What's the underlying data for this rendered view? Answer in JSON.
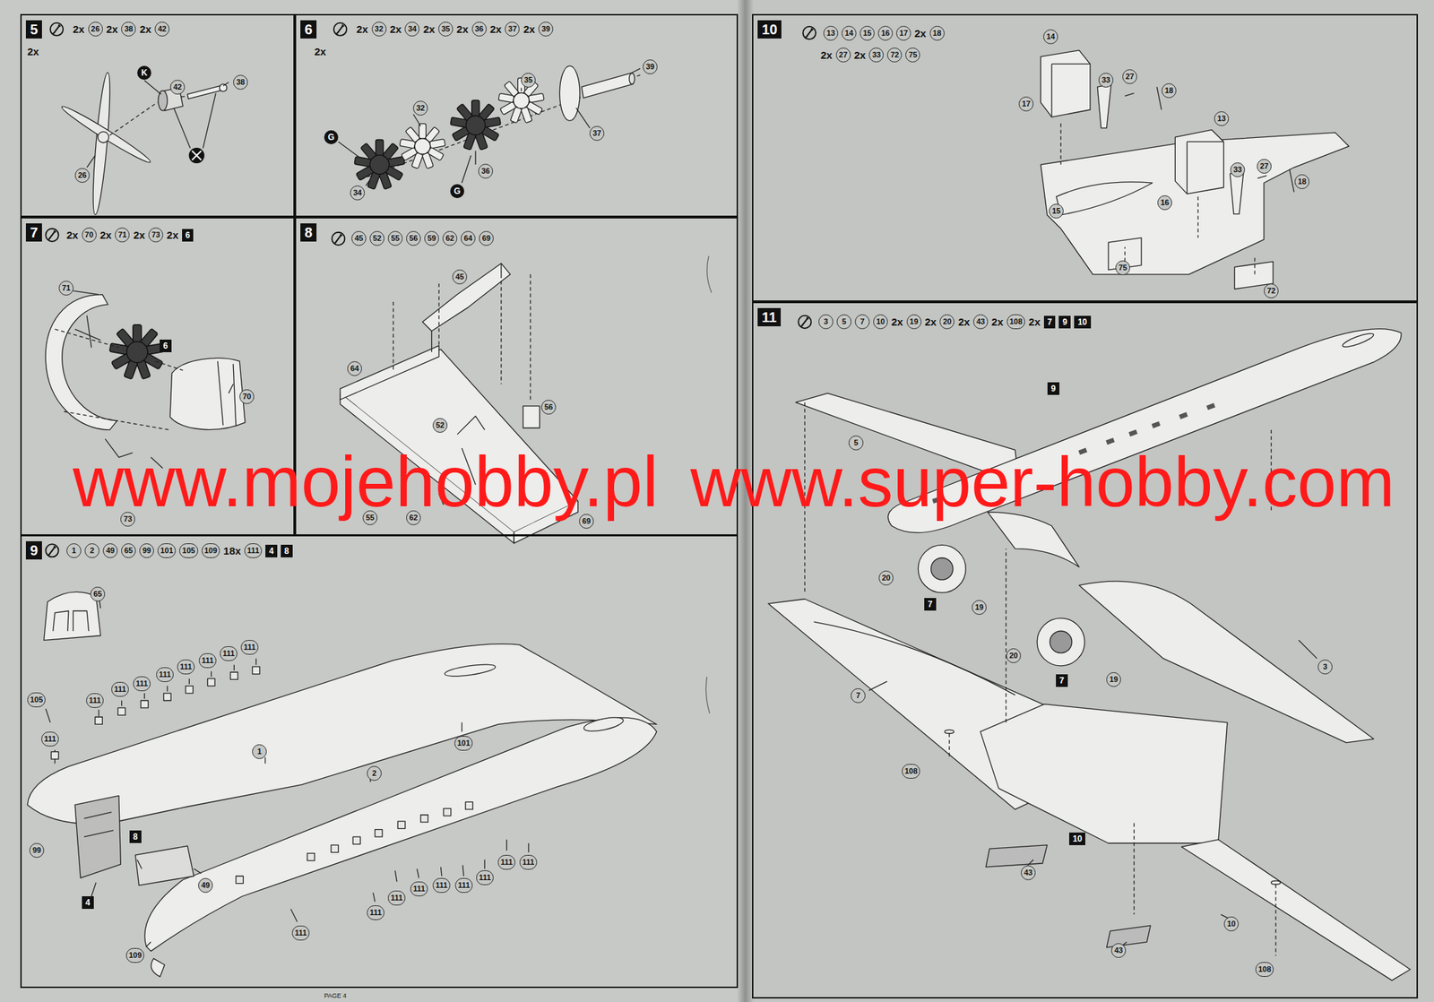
{
  "diagram": {
    "nodes": [
      {
        "text": [
          "5"
        ]
      },
      {
        "text": [
          "6"
        ]
      },
      {
        "text": [
          "7"
        ]
      },
      {
        "text": [
          "8"
        ]
      },
      {
        "text": [
          "9"
        ]
      },
      {
        "text": [
          "10"
        ]
      },
      {
        "text": [
          "11"
        ]
      }
    ],
    "labels": [
      "2x",
      "26",
      "2x",
      "38",
      "2x",
      "42",
      "2x",
      "K",
      "42",
      "38",
      "26",
      "2x",
      "32",
      "2x",
      "34",
      "2x",
      "35",
      "2x",
      "36",
      "2x",
      "37",
      "2x",
      "39",
      "2x",
      "G",
      "32",
      "35",
      "39",
      "37",
      "34",
      "36",
      "G",
      "2x",
      "70",
      "2x",
      "71",
      "2x",
      "73",
      "2x",
      "6",
      "71",
      "6",
      "70",
      "73",
      "45",
      "52",
      "55",
      "56",
      "59",
      "62",
      "64",
      "69",
      "45",
      "64",
      "56",
      "52",
      "62",
      "55",
      "69",
      "1",
      "2",
      "49",
      "65",
      "99",
      "101",
      "105",
      "109",
      "18x",
      "111",
      "4",
      "8",
      "65",
      "105",
      "111",
      "111",
      "111",
      "111",
      "111",
      "111",
      "111",
      "111",
      "111",
      "1",
      "2",
      "101",
      "99",
      "8",
      "49",
      "4",
      "109",
      "111",
      "111",
      "111",
      "111",
      "111",
      "111",
      "111",
      "111",
      "111",
      "www.mojehobby.pl",
      "www.super-hobby.com",
      "13",
      "14",
      "15",
      "16",
      "17",
      "2x",
      "18",
      "2x",
      "27",
      "2x",
      "33",
      "72",
      "75",
      "14",
      "17",
      "33",
      "27",
      "18",
      "13",
      "15",
      "16",
      "33",
      "27",
      "18",
      "75",
      "72",
      "3",
      "5",
      "7",
      "10",
      "2x",
      "19",
      "2x",
      "20",
      "2x",
      "43",
      "2x",
      "108",
      "2x",
      "7",
      "9",
      "10",
      "9",
      "5",
      "20",
      "19",
      "7",
      "20",
      "19",
      "7",
      "7",
      "3",
      "108",
      "43",
      "10",
      "43",
      "10",
      "108",
      "PAGE 4"
    ]
  }
}
